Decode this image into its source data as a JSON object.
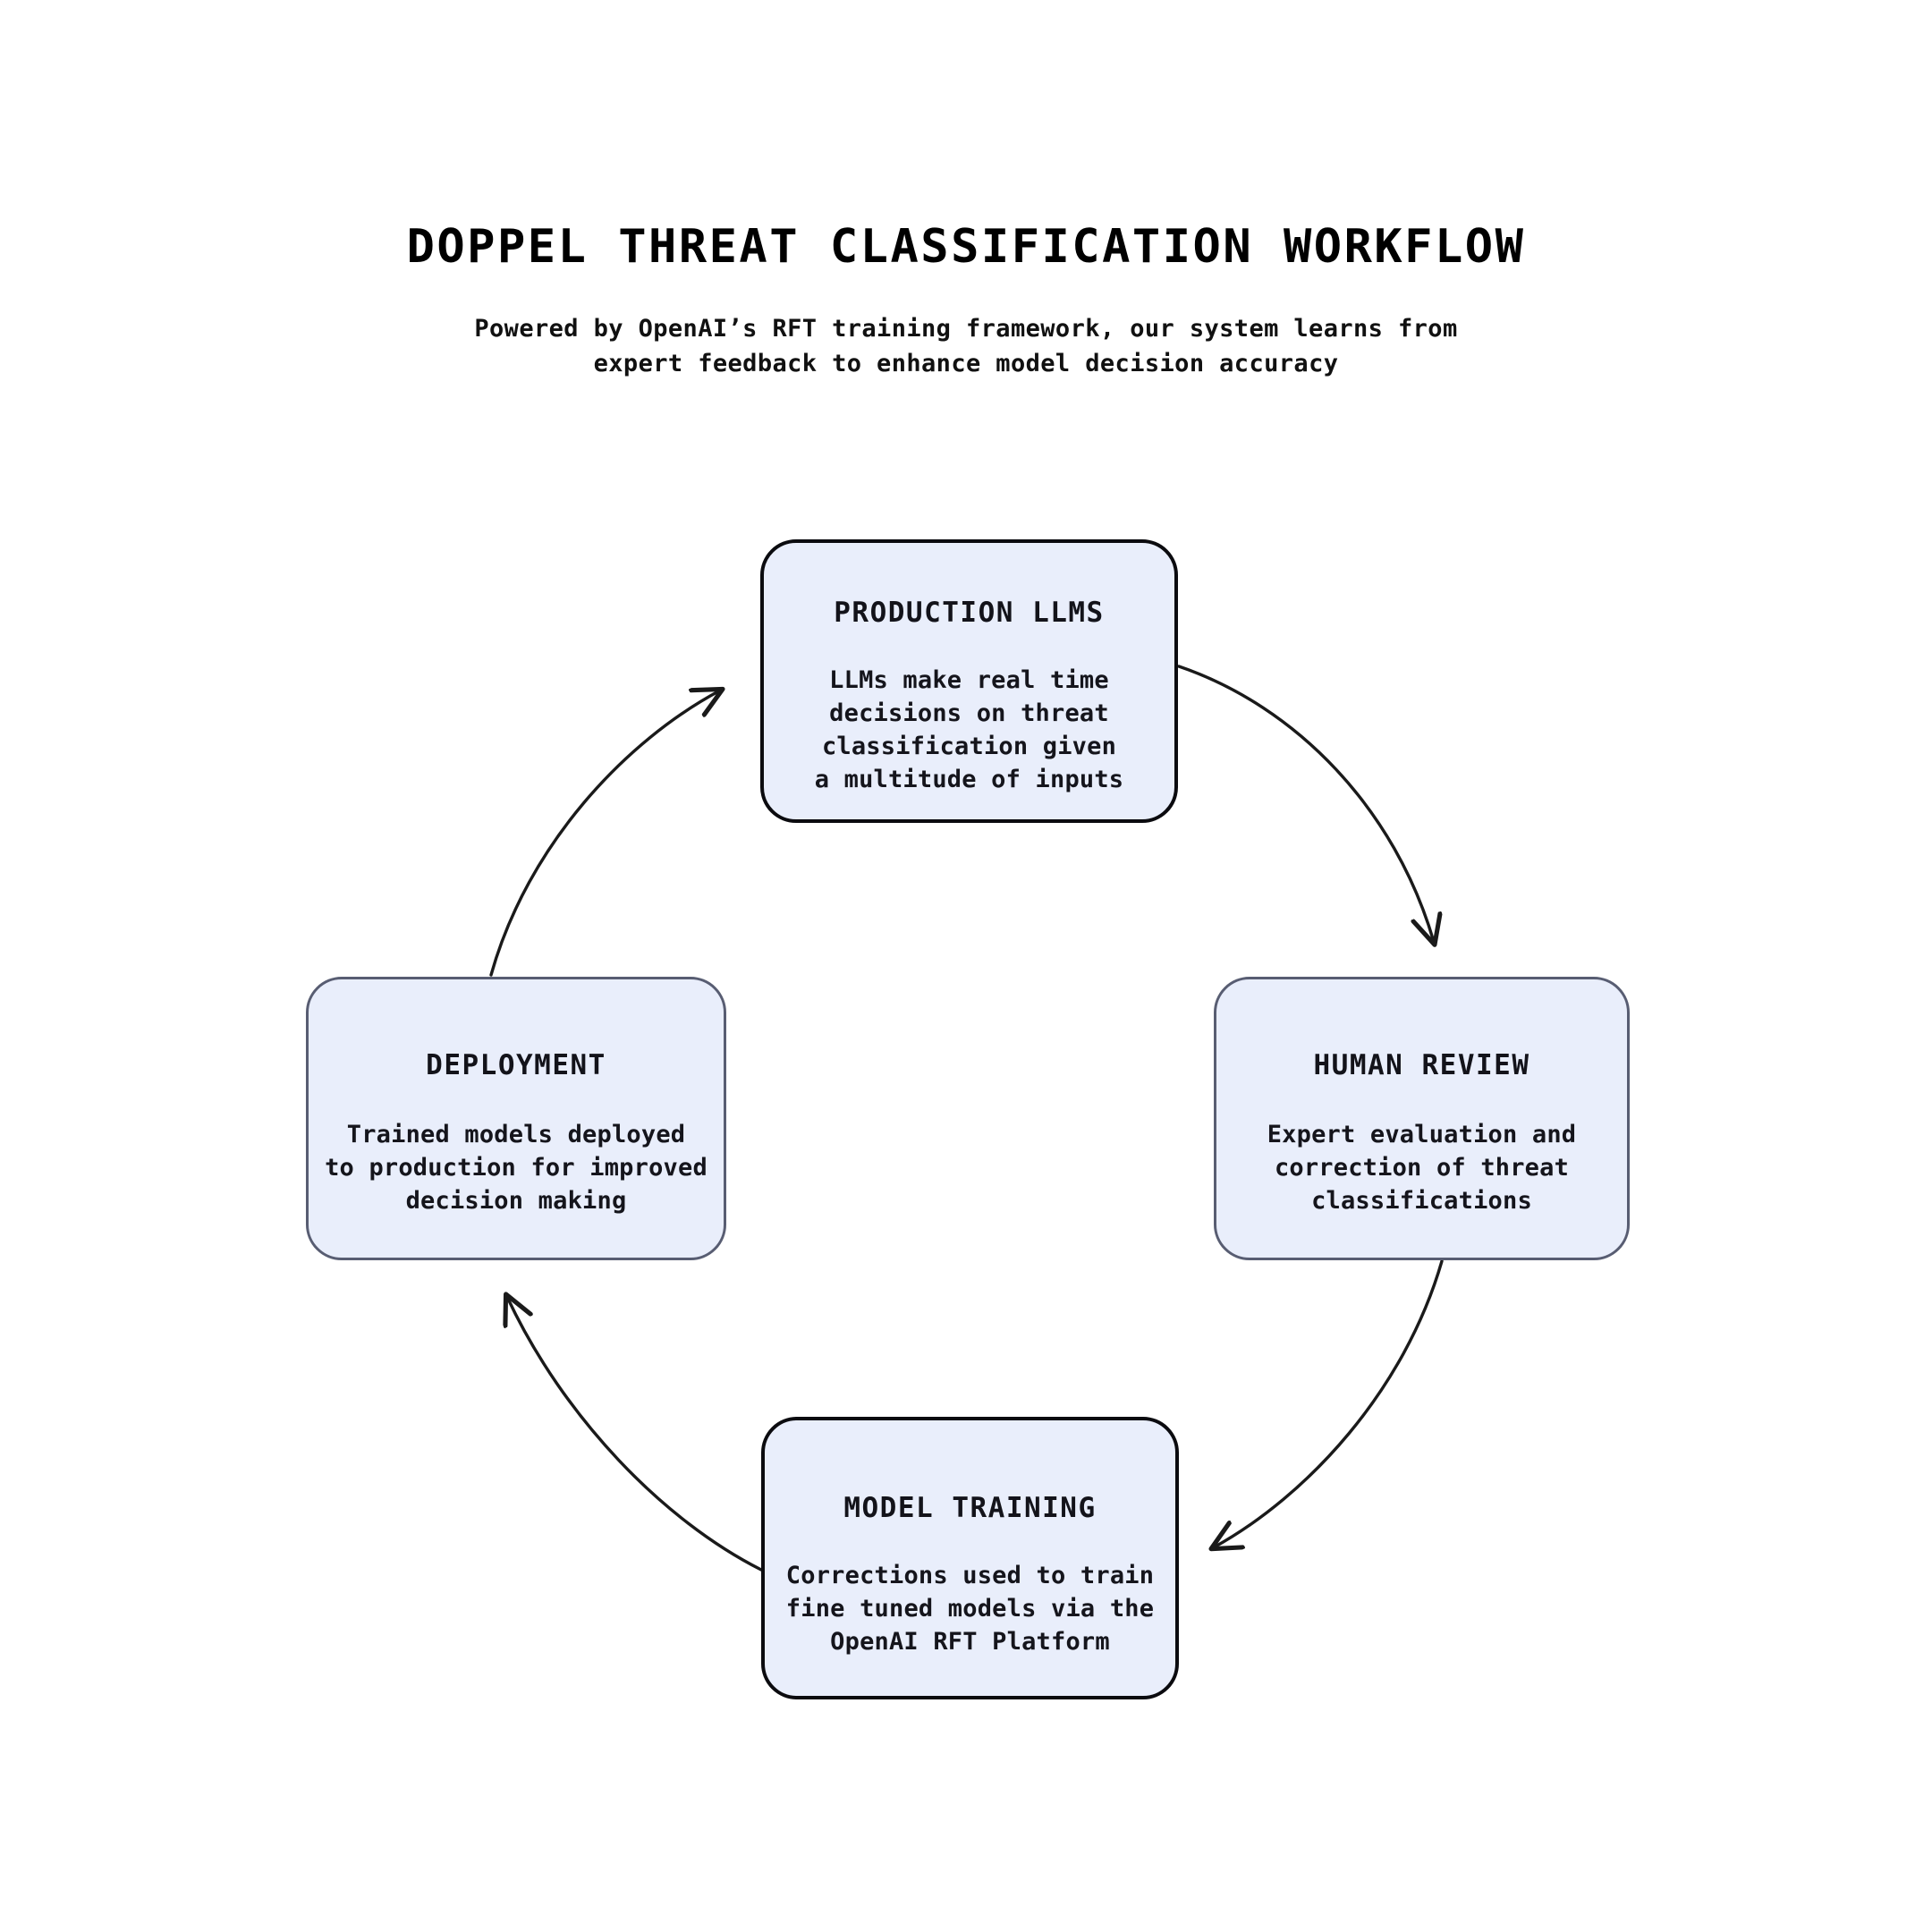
{
  "header": {
    "title": "DOPPEL THREAT CLASSIFICATION WORKFLOW",
    "subtitle_line1": "Powered by OpenAI’s RFT training framework, our system learns from",
    "subtitle_line2": "expert feedback to enhance model decision accuracy"
  },
  "colors": {
    "node_fill": "#e9eefb",
    "node_border_dark": "#0b0b0f",
    "node_border_gray": "#585d72",
    "arrow": "#1a1a1a",
    "text": "#13131a",
    "background": "#ffffff"
  },
  "diagram": {
    "type": "cycle",
    "direction": "clockwise",
    "nodes": [
      {
        "id": "production-llms",
        "position": "top",
        "title": "PRODUCTION LLMS",
        "desc_lines": [
          "LLMs make real time",
          "decisions on threat",
          "classification given",
          "a multitude of inputs"
        ]
      },
      {
        "id": "human-review",
        "position": "right",
        "title": "HUMAN REVIEW",
        "desc_lines": [
          "Expert evaluation and",
          "correction of threat",
          "classifications"
        ]
      },
      {
        "id": "model-training",
        "position": "bottom",
        "title": "MODEL TRAINING",
        "desc_lines": [
          "Corrections used to train",
          "fine tuned models via the",
          "OpenAI RFT Platform"
        ]
      },
      {
        "id": "deployment",
        "position": "left",
        "title": "DEPLOYMENT",
        "desc_lines": [
          "Trained models deployed",
          "to production for improved",
          "decision making"
        ]
      }
    ],
    "edges": [
      {
        "id": "edge-production-to-human",
        "from": "production-llms",
        "to": "human-review"
      },
      {
        "id": "edge-human-to-training",
        "from": "human-review",
        "to": "model-training"
      },
      {
        "id": "edge-training-to-deployment",
        "from": "model-training",
        "to": "deployment"
      },
      {
        "id": "edge-deployment-to-production",
        "from": "deployment",
        "to": "production-llms"
      }
    ]
  }
}
